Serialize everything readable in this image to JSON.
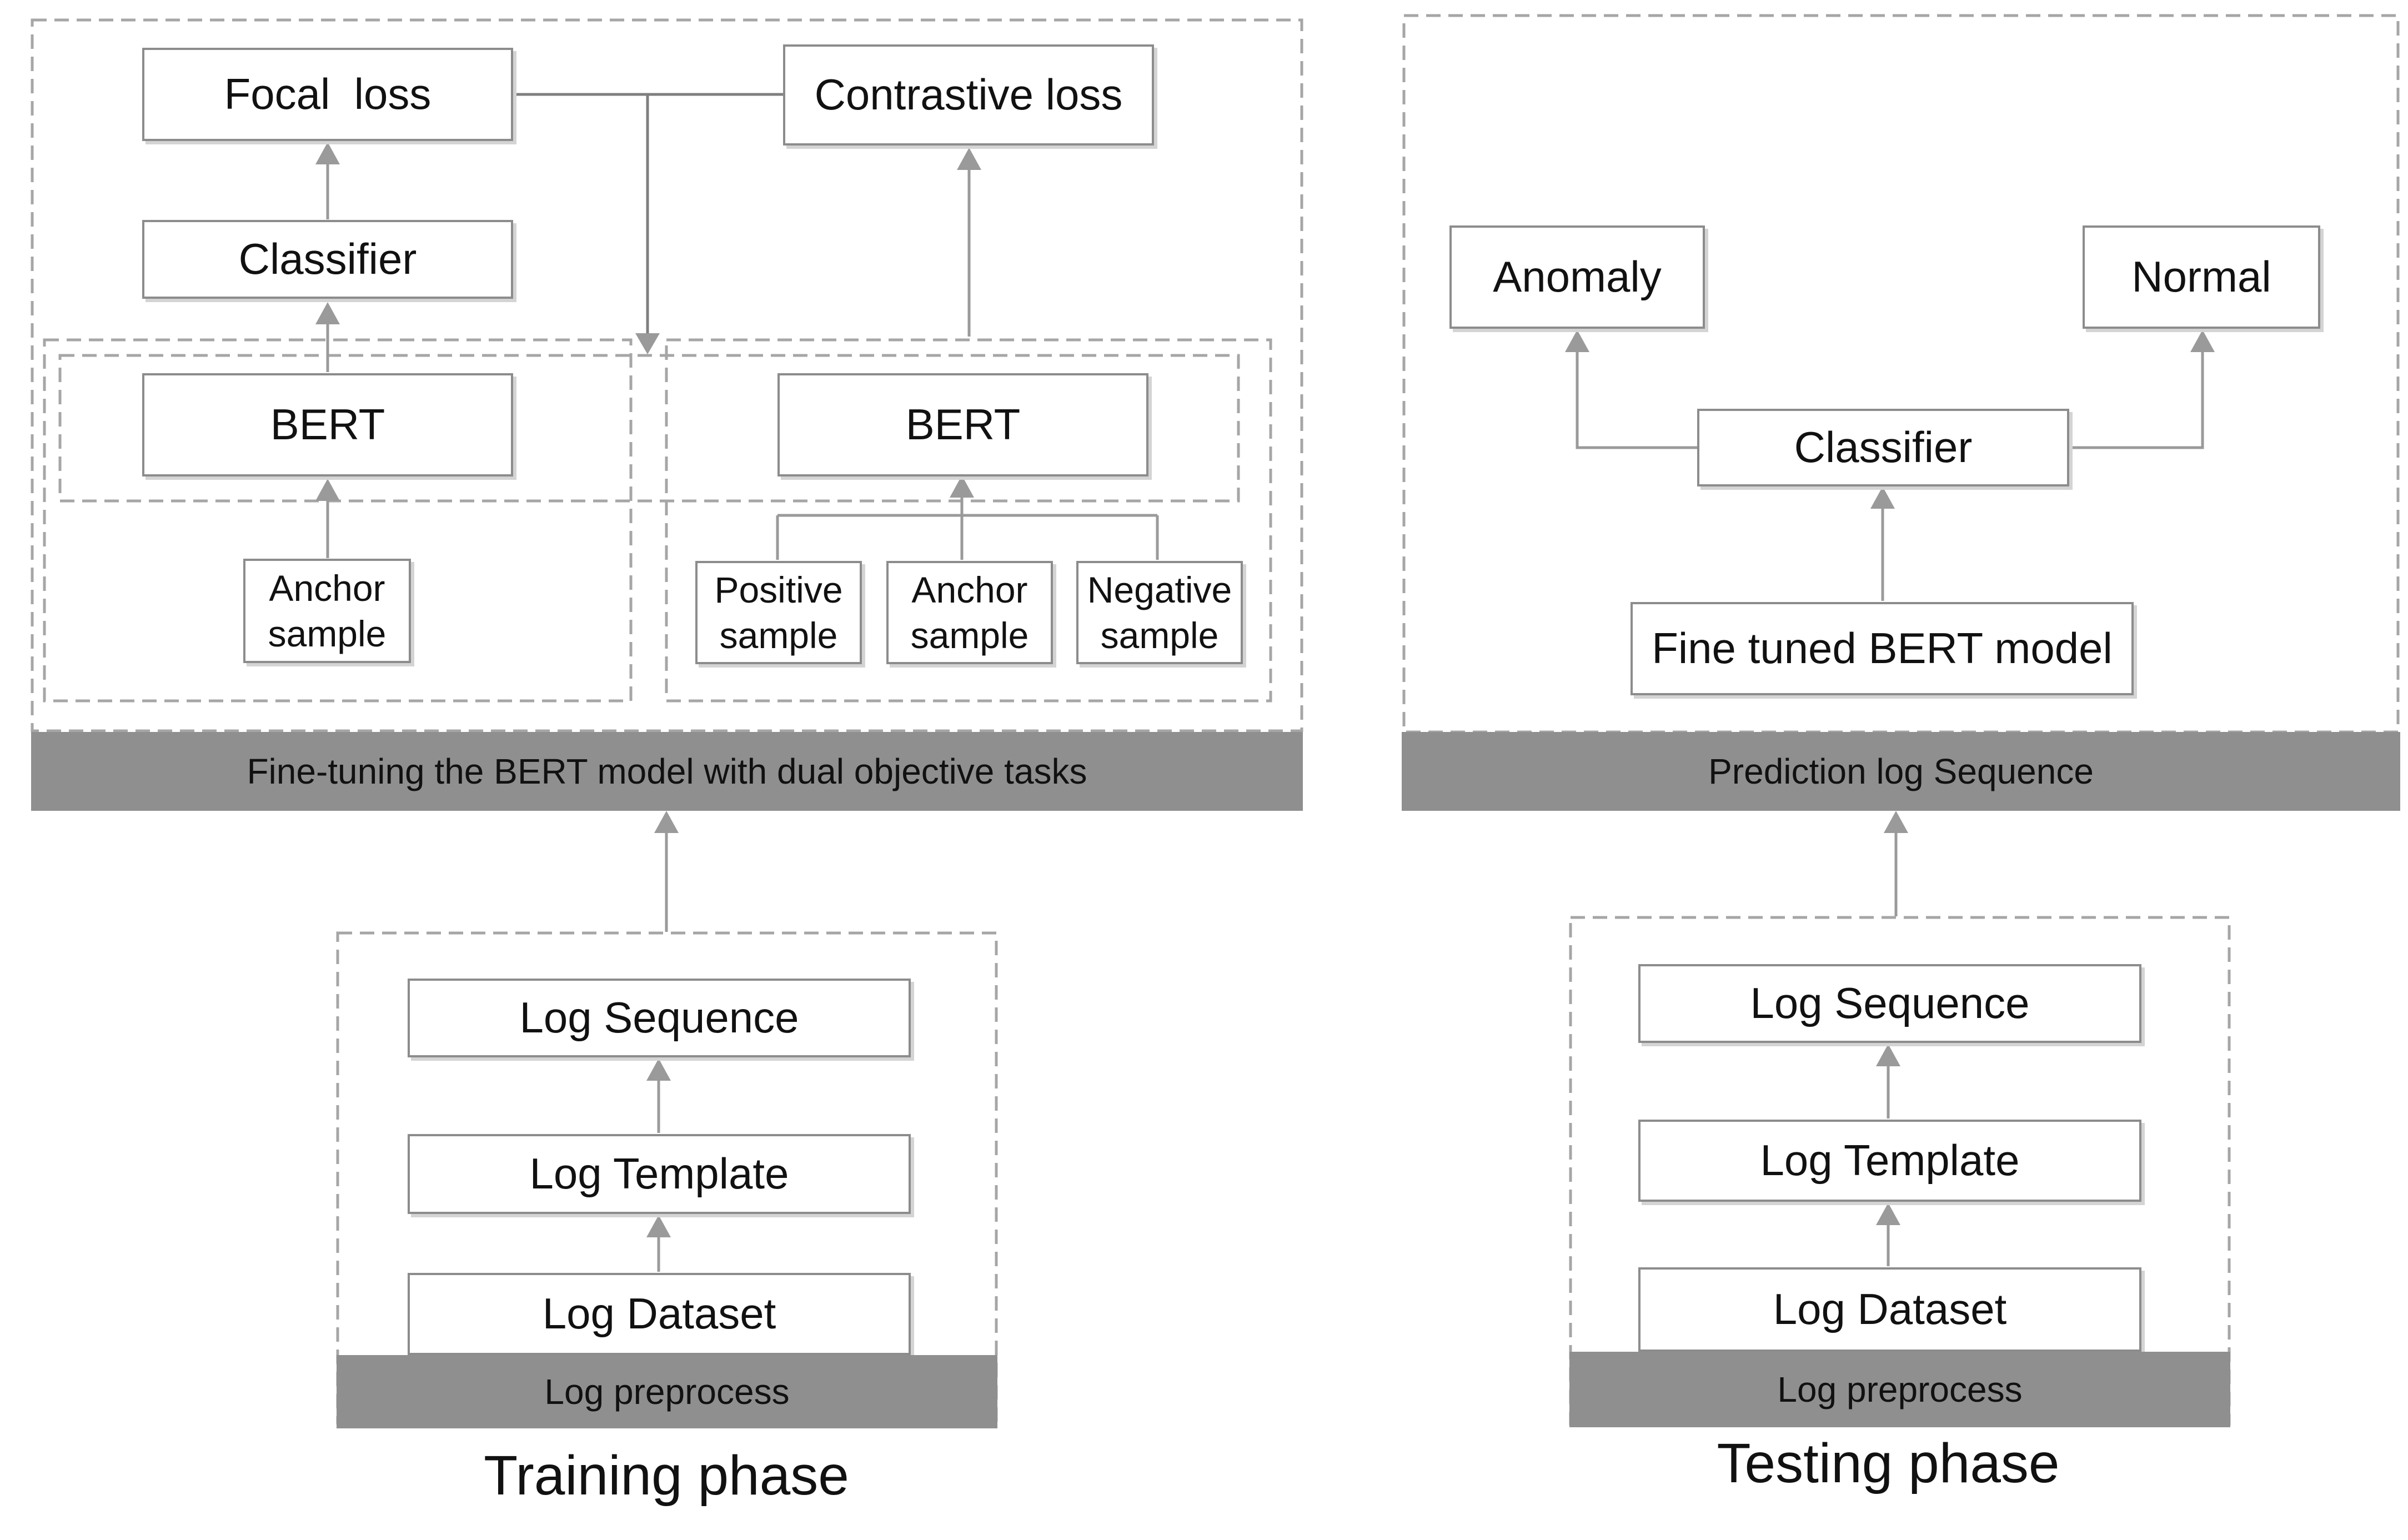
{
  "training": {
    "focal_loss": "Focal  loss",
    "contrastive_loss": "Contrastive loss",
    "classifier": "Classifier",
    "bert_left": "BERT",
    "bert_right": "BERT",
    "anchor_left": "Anchor\nsample",
    "positive": "Positive\nsample",
    "anchor_right": "Anchor\nsample",
    "negative": "Negative\nsample",
    "finetune_bar": "Fine-tuning the BERT model with dual objective tasks",
    "log_sequence": "Log Sequence",
    "log_template": "Log Template",
    "log_dataset": "Log Dataset",
    "preprocess_bar": "Log preprocess",
    "caption": "Training phase"
  },
  "testing": {
    "anomaly": "Anomaly",
    "normal": "Normal",
    "classifier": "Classifier",
    "finetuned": "Fine tuned BERT model",
    "prediction_bar": "Prediction log Sequence",
    "log_sequence": "Log Sequence",
    "log_template": "Log Template",
    "log_dataset": "Log Dataset",
    "preprocess_bar": "Log preprocess",
    "caption": "Testing phase"
  }
}
